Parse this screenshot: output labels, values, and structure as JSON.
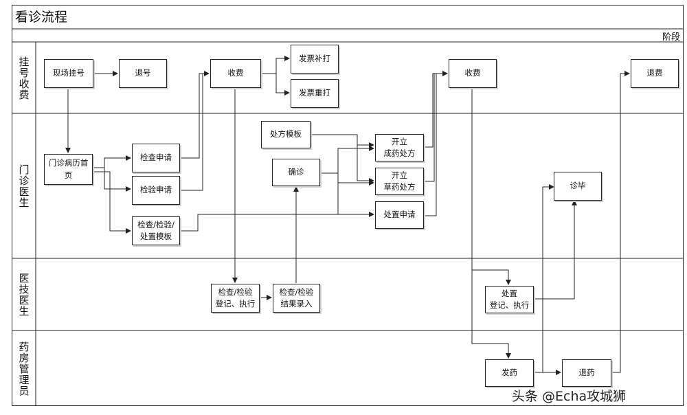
{
  "title": "看诊流程",
  "stage_label": "阶段",
  "lanes": {
    "registration": "挂号收费",
    "outpatient_doctor": "门诊医生",
    "medtech_doctor": "医技医生",
    "pharmacist": "药房管理员"
  },
  "nodes": {
    "onsite_register": "现场挂号",
    "cancel_register": "退号",
    "charge1": "收费",
    "invoice_reprint": "发票补打",
    "invoice_reissue": "发票重打",
    "charge2": "收费",
    "refund": "退费",
    "outpatient_home": "门诊病历首\n页",
    "exam_request": "检查申请",
    "lab_request": "检验申请",
    "template": "检查/检验/\n处置模板",
    "rx_template": "处方模板",
    "diagnosis": "确诊",
    "patent_rx": "开立\n成药处方",
    "herbal_rx": "开立\n草药处方",
    "treatment_request": "处置申请",
    "finish": "诊毕",
    "exam_register": "检查/检验\n登记、执行",
    "exam_result": "检查/检验\n结果录入",
    "treatment_exec": "处置\n登记、执行",
    "dispense": "发药",
    "return_drug": "退药"
  },
  "watermark": "头条 @Echa攻城狮"
}
